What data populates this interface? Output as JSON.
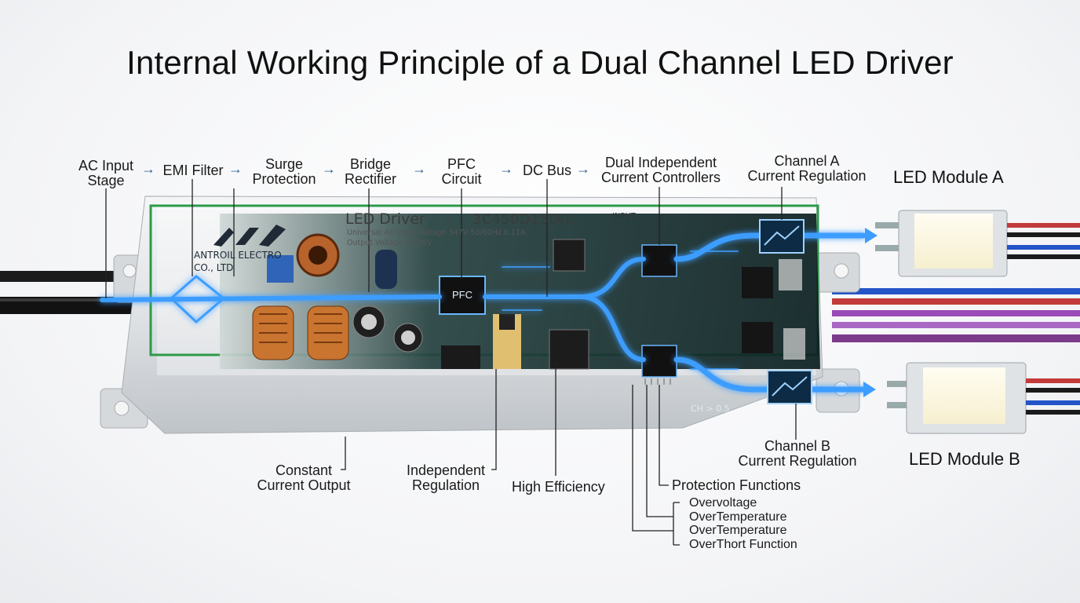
{
  "title": "Internal Working Principle of a Dual Channel LED Driver",
  "flow": {
    "ac_input": [
      "AC Input",
      "Stage"
    ],
    "emi_filter": [
      "EMI Filter"
    ],
    "surge": [
      "Surge",
      "Protection"
    ],
    "bridge": [
      "Bridge",
      "Rectifier"
    ],
    "pfc": [
      "PFC",
      "Circuit"
    ],
    "dc_bus": [
      "DC Bus"
    ],
    "dual": [
      "Dual Independent",
      "Current Controllers"
    ],
    "channel_a": [
      "Channel A",
      "Current Regulation"
    ],
    "channel_b": [
      "Channel B",
      "Current Regulation"
    ],
    "arrow": "→"
  },
  "modules": {
    "a": "LED Module A",
    "b": "LED Module B"
  },
  "bottom": {
    "constant": [
      "Constant",
      "Current Output"
    ],
    "independent": [
      "Independent",
      "Regulation"
    ],
    "efficiency": "High Efficiency",
    "protection": "Protection Functions",
    "protection_items": [
      "Overvoltage",
      "OverTemperature",
      "OverTemperature",
      "OverThort Function"
    ]
  },
  "device": {
    "label_title": "LED Driver",
    "model": "3C450D15D/L",
    "spec1": "Universal AC Input Voltage 347V 50/60Hz 0.11A",
    "spec2": "Output Voltage 28 56V",
    "brand": "ANTROIL ELECTRO",
    "brand2": "CO., LTD",
    "input_tag": "INPUT",
    "pfc_chip": "PFC",
    "ch_tag": "CH > 0.5"
  },
  "colors": {
    "glow": "#2f8dff",
    "pcb": "#0f2a2a",
    "accent_green": "#2b9b4a"
  }
}
